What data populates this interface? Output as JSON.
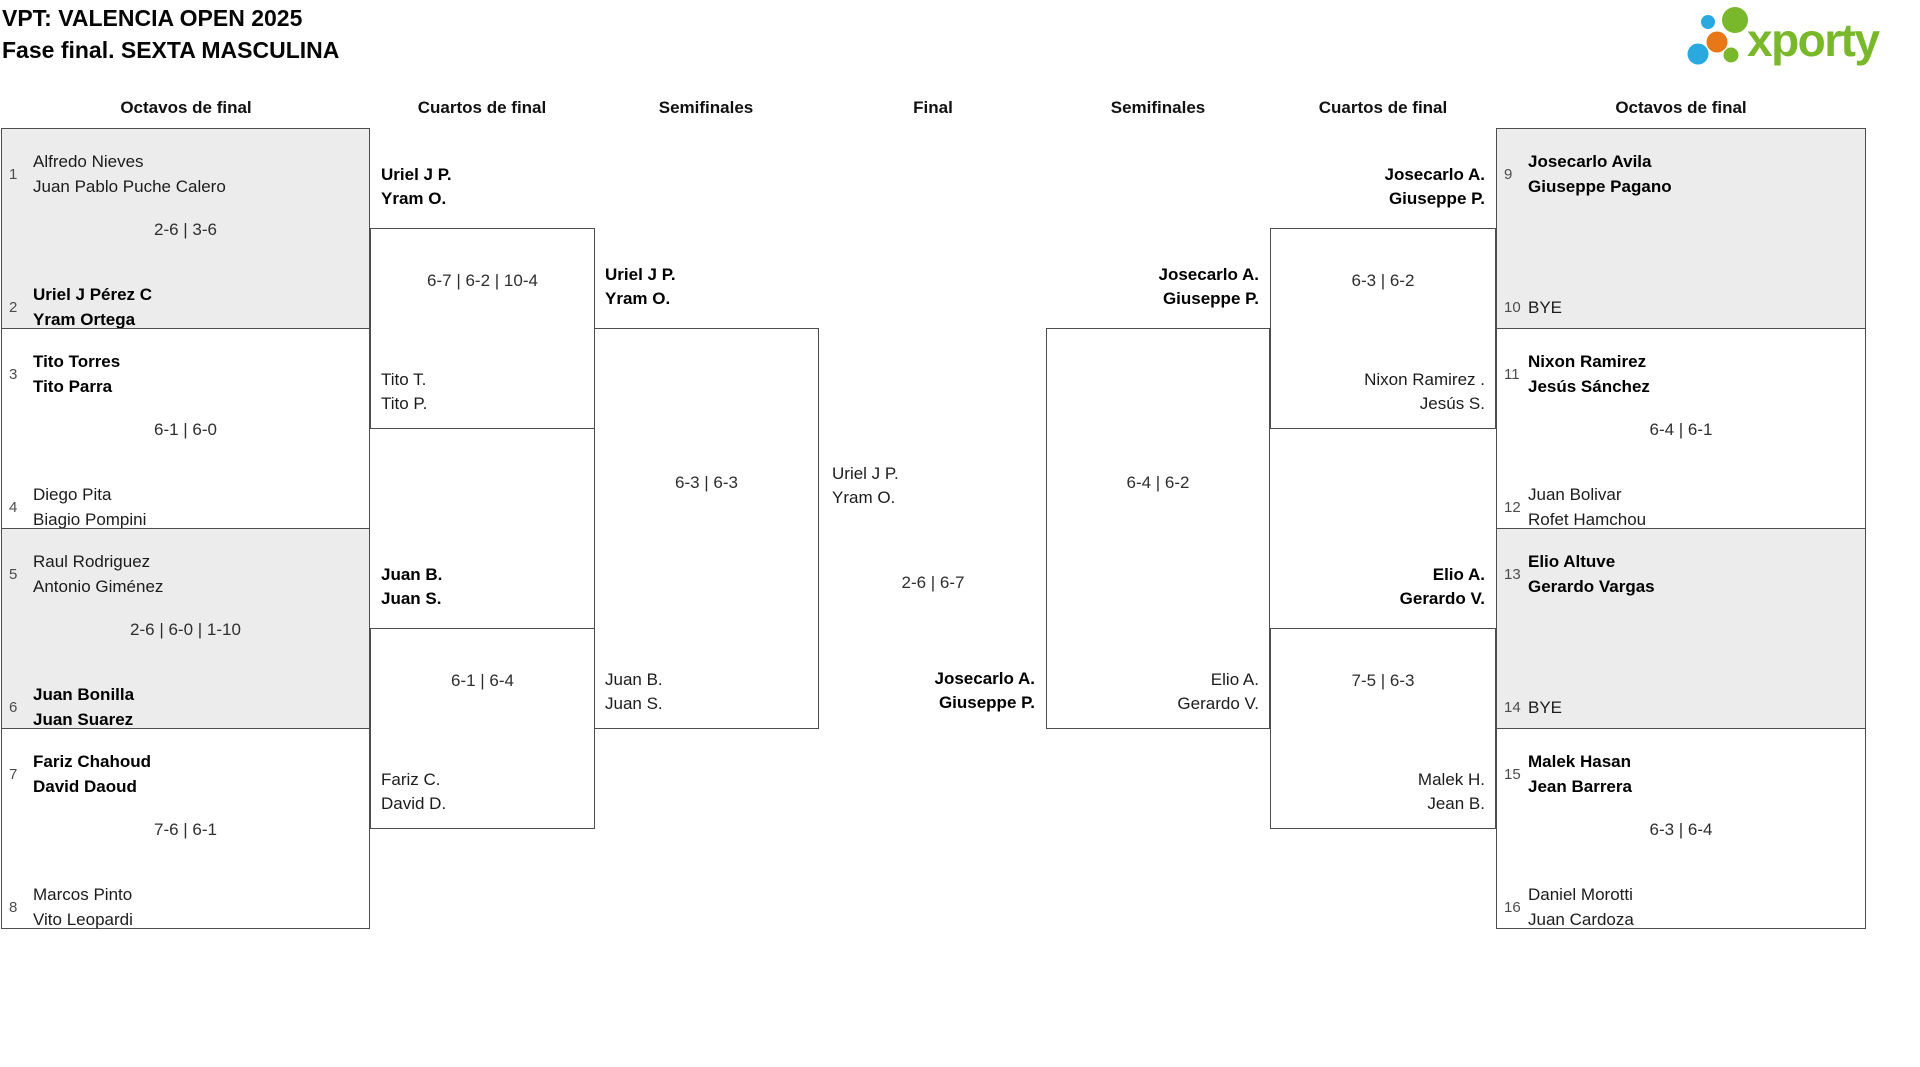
{
  "title": {
    "line1": "VPT: VALENCIA OPEN 2025",
    "line2": "Fase final. SEXTA MASCULINA"
  },
  "logo": {
    "brand": "xporty"
  },
  "colors": {
    "brand_green": "#78b82a",
    "brand_blue": "#2aa9e0",
    "brand_orange": "#e87817",
    "shaded_box": "#ececec",
    "box_border": "#4d4d4d"
  },
  "round_headers": [
    "Octavos de final",
    "Cuartos de final",
    "Semifinales",
    "Final",
    "Semifinales",
    "Cuartos de final",
    "Octavos de final"
  ],
  "bracket": {
    "round_of_16": [
      {
        "side": "left",
        "slot": 0,
        "shaded": true,
        "score": "2-6 | 3-6",
        "top": {
          "seed": "1",
          "lines": [
            "Alfredo Nieves",
            "Juan Pablo Puche Calero"
          ],
          "winner": false
        },
        "bottom": {
          "seed": "2",
          "lines": [
            "Uriel J Pérez C",
            "Yram Ortega"
          ],
          "winner": true
        }
      },
      {
        "side": "left",
        "slot": 1,
        "shaded": false,
        "score": "6-1 | 6-0",
        "top": {
          "seed": "3",
          "lines": [
            "Tito Torres",
            "Tito Parra"
          ],
          "winner": true
        },
        "bottom": {
          "seed": "4",
          "lines": [
            "Diego Pita",
            "Biagio Pompini"
          ],
          "winner": false
        }
      },
      {
        "side": "left",
        "slot": 2,
        "shaded": true,
        "score": "2-6 | 6-0 | 1-10",
        "top": {
          "seed": "5",
          "lines": [
            "Raul Rodriguez",
            "Antonio Giménez"
          ],
          "winner": false
        },
        "bottom": {
          "seed": "6",
          "lines": [
            "Juan Bonilla",
            "Juan Suarez"
          ],
          "winner": true
        }
      },
      {
        "side": "left",
        "slot": 3,
        "shaded": false,
        "score": "7-6 | 6-1",
        "top": {
          "seed": "7",
          "lines": [
            "Fariz Chahoud",
            "David Daoud"
          ],
          "winner": true
        },
        "bottom": {
          "seed": "8",
          "lines": [
            "Marcos Pinto",
            "Vito Leopardi"
          ],
          "winner": false
        }
      },
      {
        "side": "right",
        "slot": 0,
        "shaded": true,
        "score": "",
        "top": {
          "seed": "9",
          "lines": [
            "Josecarlo Avila",
            "Giuseppe Pagano"
          ],
          "winner": true
        },
        "bottom": {
          "seed": "10",
          "lines": [
            "BYE"
          ],
          "winner": false,
          "bye": true
        }
      },
      {
        "side": "right",
        "slot": 1,
        "shaded": false,
        "score": "6-4 | 6-1",
        "top": {
          "seed": "11",
          "lines": [
            "Nixon Ramirez",
            "Jesús Sánchez"
          ],
          "winner": true
        },
        "bottom": {
          "seed": "12",
          "lines": [
            "Juan Bolivar",
            "Rofet Hamchou"
          ],
          "winner": false
        }
      },
      {
        "side": "right",
        "slot": 2,
        "shaded": true,
        "score": "",
        "top": {
          "seed": "13",
          "lines": [
            "Elio Altuve",
            "Gerardo Vargas"
          ],
          "winner": true
        },
        "bottom": {
          "seed": "14",
          "lines": [
            "BYE"
          ],
          "winner": false,
          "bye": true
        }
      },
      {
        "side": "right",
        "slot": 3,
        "shaded": false,
        "score": "6-3 | 6-4",
        "top": {
          "seed": "15",
          "lines": [
            "Malek Hasan",
            "Jean Barrera"
          ],
          "winner": true
        },
        "bottom": {
          "seed": "16",
          "lines": [
            "Daniel Morotti",
            "Juan Cardoza"
          ],
          "winner": false
        }
      }
    ],
    "quarterfinals": [
      {
        "side": "left",
        "slot": 0,
        "score": "6-7 | 6-2 | 10-4",
        "winner": {
          "lines": [
            "Uriel J P.",
            "Yram O."
          ]
        },
        "loser": {
          "lines": [
            "Tito T.",
            "Tito P."
          ]
        }
      },
      {
        "side": "left",
        "slot": 1,
        "score": "6-1 | 6-4",
        "winner": {
          "lines": [
            "Juan B.",
            "Juan S."
          ]
        },
        "loser": {
          "lines": [
            "Fariz C.",
            "David D."
          ]
        }
      },
      {
        "side": "right",
        "slot": 0,
        "score": "6-3 | 6-2",
        "winner": {
          "lines": [
            "Josecarlo A.",
            "Giuseppe P."
          ]
        },
        "loser": {
          "lines": [
            "Nixon Ramirez .",
            "Jesús S."
          ]
        }
      },
      {
        "side": "right",
        "slot": 1,
        "score": "7-5 | 6-3",
        "winner": {
          "lines": [
            "Elio A.",
            "Gerardo V."
          ]
        },
        "loser": {
          "lines": [
            "Malek H.",
            "Jean B."
          ]
        }
      }
    ],
    "semifinals": [
      {
        "side": "left",
        "score": "6-3 | 6-3",
        "winner": {
          "lines": [
            "Uriel J P.",
            "Yram O."
          ]
        },
        "loser": {
          "lines": [
            "Juan B.",
            "Juan S."
          ]
        }
      },
      {
        "side": "right",
        "score": "6-4 | 6-2",
        "winner": {
          "lines": [
            "Josecarlo A.",
            "Giuseppe P."
          ]
        },
        "loser": {
          "lines": [
            "Elio A.",
            "Gerardo V."
          ]
        }
      }
    ],
    "final": {
      "score": "2-6 | 6-7",
      "left_team": {
        "lines": [
          "Uriel J P.",
          "Yram O."
        ],
        "winner": false
      },
      "right_team": {
        "lines": [
          "Josecarlo A.",
          "Giuseppe P."
        ],
        "winner": true
      }
    }
  }
}
